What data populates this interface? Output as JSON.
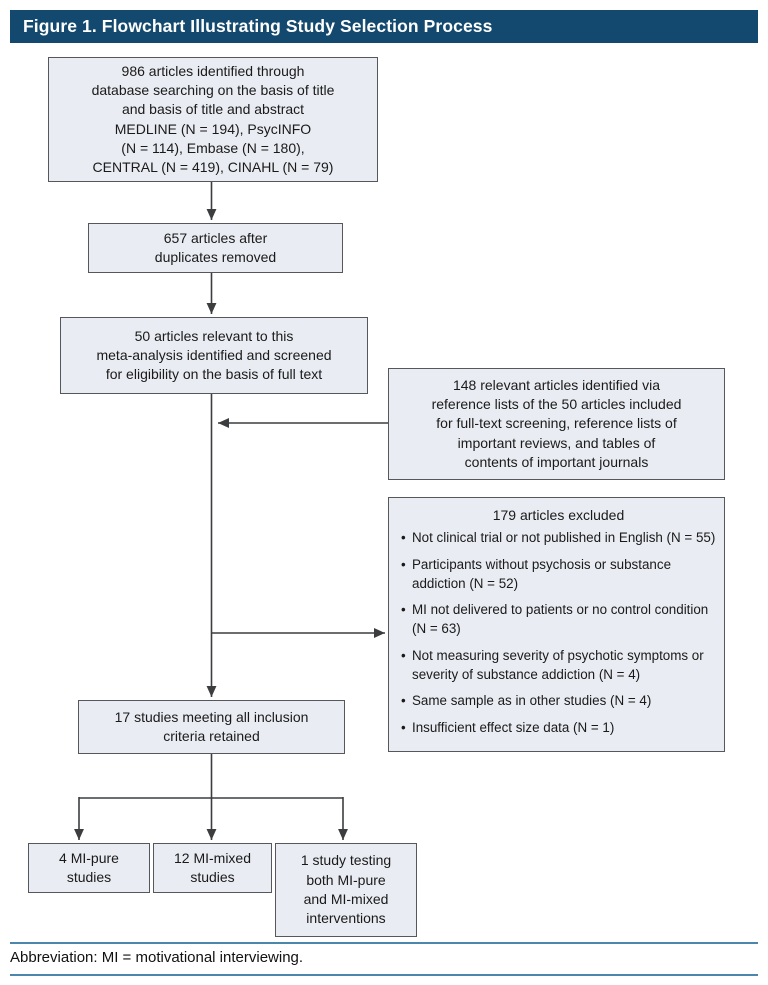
{
  "figure": {
    "title": "Figure 1. Flowchart Illustrating Study Selection Process",
    "footnote": "Abbreviation: MI = motivational interviewing."
  },
  "colors": {
    "title_bar_background": "#14496F",
    "title_text": "#FFFFFF",
    "node_fill": "#E9ECF2",
    "node_border": "#55575B",
    "connector": "#3C3D3F",
    "footer_rule": "#4C86AC"
  },
  "nodes": {
    "identified": {
      "lines": [
        "986 articles identified through",
        "database searching on the basis of title",
        "and basis of title and abstract",
        "MEDLINE (N = 194), PsycINFO",
        "(N = 114), Embase (N = 180),",
        "CENTRAL (N = 419), CINAHL (N = 79)"
      ]
    },
    "deduplicated": {
      "lines": [
        "657 articles after",
        "duplicates removed"
      ]
    },
    "screened": {
      "lines": [
        "50 articles relevant to this",
        "meta-analysis identified and screened",
        "for eligibility on the basis of full text"
      ]
    },
    "reference_lists": {
      "lines": [
        "148 relevant articles identified via",
        "reference lists of the 50 articles included",
        "for full-text screening, reference lists of",
        "important reviews, and tables of",
        "contents of important journals"
      ]
    },
    "excluded": {
      "title": "179 articles excluded",
      "items": [
        "Not clinical trial or not published in English (N = 55)",
        "Participants without psychosis or substance addiction (N = 52)",
        "MI not delivered to patients or no control condition (N = 63)",
        "Not measuring severity of psychotic symptoms or severity of substance addiction (N = 4)",
        "Same sample as in other studies (N = 4)",
        "Insufficient effect size data (N = 1)"
      ]
    },
    "retained": {
      "lines": [
        "17 studies meeting all inclusion",
        "criteria retained"
      ]
    },
    "mi_pure": {
      "lines": [
        "4 MI-pure",
        "studies"
      ]
    },
    "mi_mixed": {
      "lines": [
        "12 MI-mixed",
        "studies"
      ]
    },
    "mi_both": {
      "lines": [
        "1 study testing",
        "both MI-pure",
        "and MI-mixed",
        "interventions"
      ]
    }
  }
}
